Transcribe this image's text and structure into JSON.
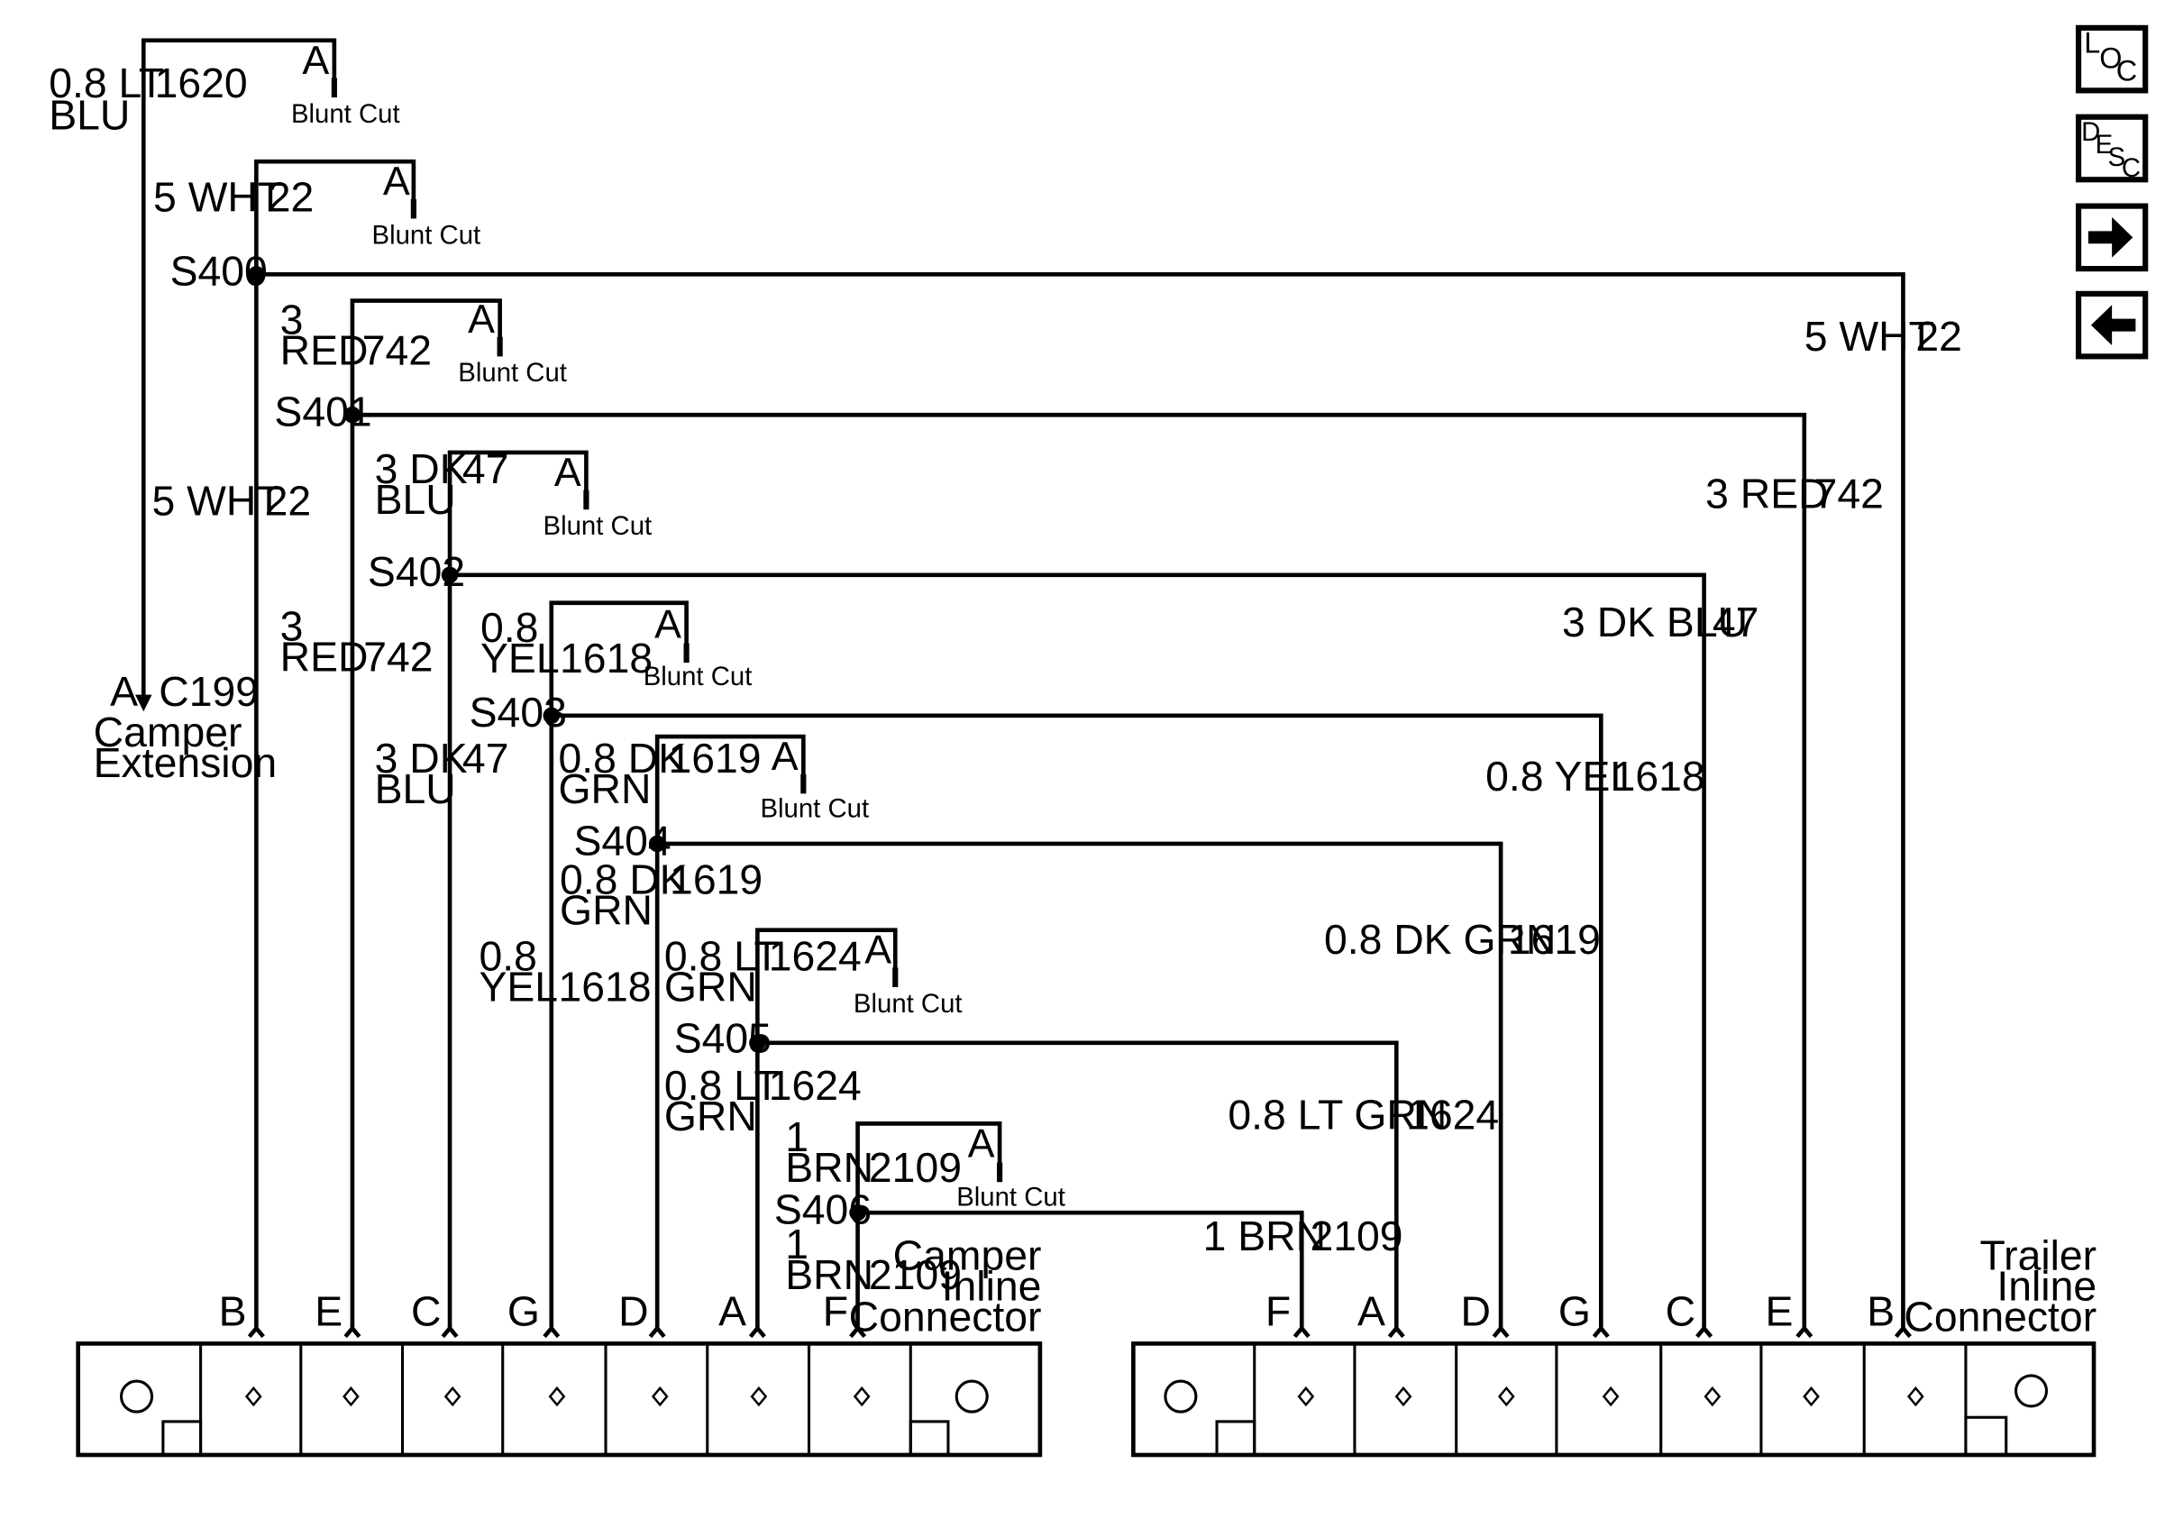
{
  "nav": {
    "loc_letters": [
      "L",
      "O",
      "C"
    ],
    "desc_letters": [
      "D",
      "E",
      "S",
      "C"
    ]
  },
  "wires": {
    "c1620_color": [
      "0.8 LT",
      "BLU"
    ],
    "c1620": "1620",
    "c22_color": "5 WHT",
    "c22": "22",
    "c742_color": [
      "3",
      "RED"
    ],
    "c742_color_right": "3 RED",
    "c742": "742",
    "c47_color": [
      "3 DK",
      "BLU"
    ],
    "c47_color_right": "3 DK BLU",
    "c47": "47",
    "c1618_color": [
      "0.8",
      "YEL"
    ],
    "c1618_color_right": "0.8 YEL",
    "c1618": "1618",
    "c1619_color": [
      "0.8 DK",
      "GRN"
    ],
    "c1619_color_right": "0.8 DK GRN",
    "c1619": "1619",
    "c1624_color": [
      "0.8 LT",
      "GRN"
    ],
    "c1624_color_right": "0.8 LT GRN",
    "c1624": "1624",
    "c2109_color": [
      "1",
      "BRN"
    ],
    "c2109_color_right": "1 BRN",
    "c2109": "2109"
  },
  "blunt_cut": {
    "pin": "A",
    "label": "Blunt Cut"
  },
  "splices": [
    "S400",
    "S401",
    "S402",
    "S403",
    "S404",
    "S405",
    "S406"
  ],
  "c199": {
    "pin": "A",
    "name": "C199",
    "desc": [
      "Camper",
      "Extension"
    ]
  },
  "camper_connector": {
    "label": [
      "Camper",
      "Inline",
      "Connector"
    ],
    "pins": [
      "B",
      "E",
      "C",
      "G",
      "D",
      "A",
      "F"
    ]
  },
  "trailer_connector": {
    "label": [
      "Trailer",
      "Inline",
      "Connector"
    ],
    "pins": [
      "F",
      "A",
      "D",
      "G",
      "C",
      "E",
      "B"
    ]
  }
}
